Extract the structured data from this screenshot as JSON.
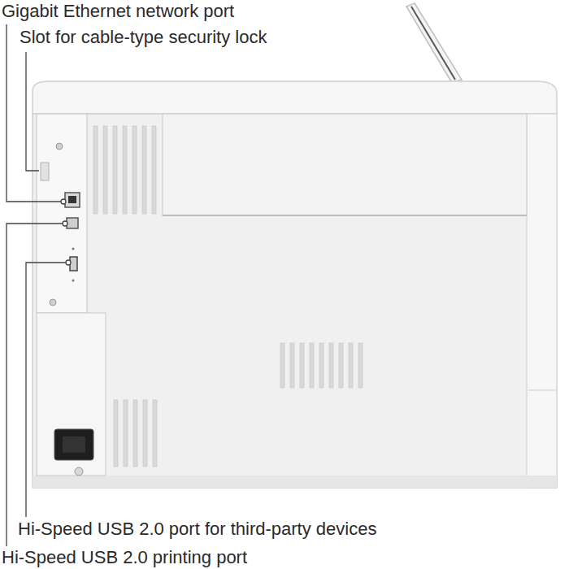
{
  "diagram": {
    "labels": [
      "Gigabit Ethernet network port",
      "Slot for cable-type security lock",
      "Hi-Speed USB 2.0 port for third-party devices",
      "Hi-Speed USB 2.0 printing port"
    ]
  }
}
